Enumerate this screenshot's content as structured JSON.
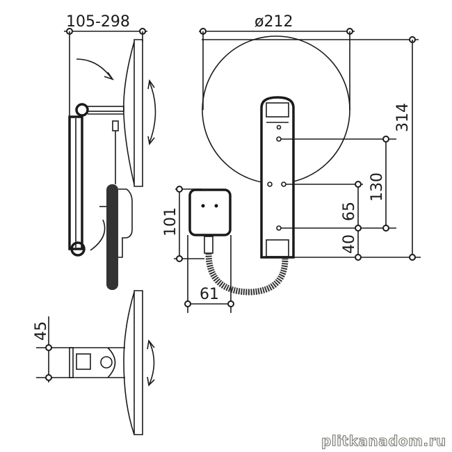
{
  "dimensions": {
    "projection_range": "105-298",
    "mirror_diameter": "ø212",
    "total_height": "314",
    "hole_spacing_outer": "130",
    "hole_spacing_inner": "65",
    "bottom_offset": "40",
    "plug_height": "101",
    "plug_width": "61",
    "bracket_height": "45"
  },
  "watermark": "plitkanadom.ru"
}
